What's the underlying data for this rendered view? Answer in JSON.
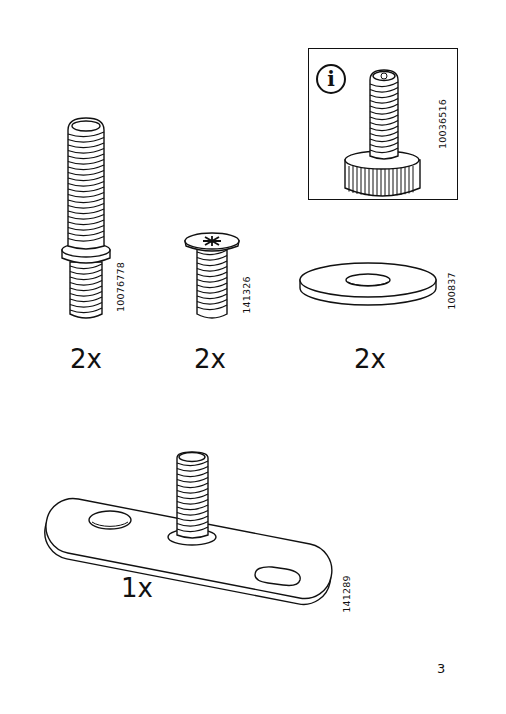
{
  "diagram": {
    "nodes": [
      {
        "text": [
          "10036516"
        ]
      },
      {
        "text": [
          "i"
        ],
        "in": 0
      }
    ],
    "labels": [
      "10076778",
      "141326",
      "100837",
      "2x",
      "2x",
      "2x",
      "141289",
      "1x",
      "3"
    ]
  }
}
